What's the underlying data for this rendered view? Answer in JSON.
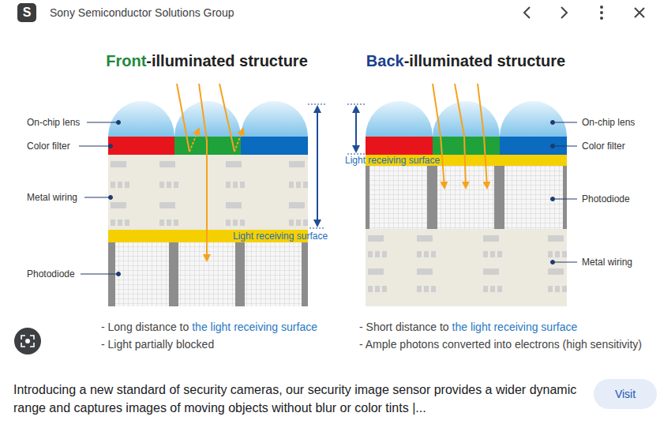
{
  "diagram": {
    "caption": "Introducing a new standard of security cameras, our security image sensor provides a wider dynamic range and captures images of moving objects without blur or color tints |...",
    "nodes": [
      {
        "text": [
          "S"
        ]
      },
      {
        "text": [
          "Visit"
        ]
      }
    ],
    "labels": [
      "Sony Semiconductor Solutions Group",
      "Front",
      "-illuminated structure",
      "Back",
      "-illuminated structure",
      "On-chip lens",
      "Color filter",
      "Metal wiring",
      "Photodiode",
      "Light receiving surface",
      "Light receiving surface",
      "On-chip lens",
      "Color filter",
      "Photodiode",
      "Metal wiring",
      "- Long distance to",
      "the light receiving surface",
      "- Light partially blocked",
      "- Short distance to",
      "the light receiving surface",
      "- Ample photons converted into electrons (high sensitivity)"
    ]
  }
}
